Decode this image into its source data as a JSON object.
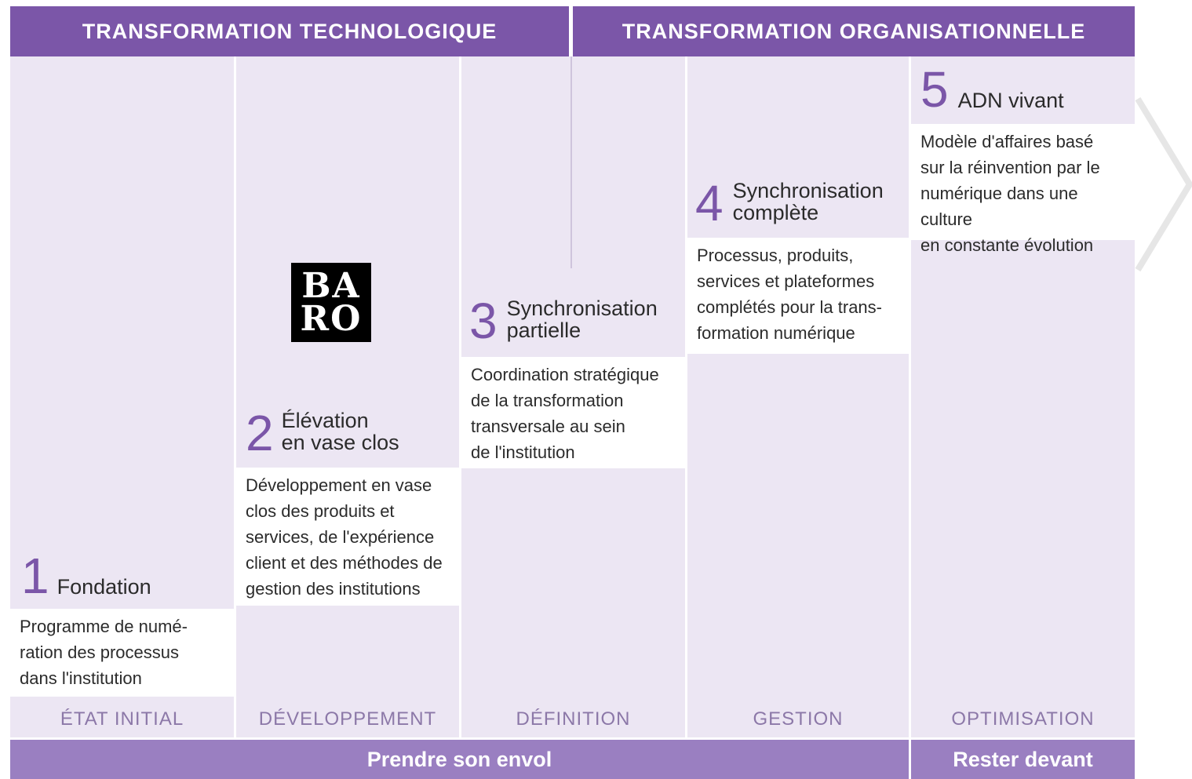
{
  "header": {
    "left": "TRANSFORMATION TECHNOLOGIQUE",
    "right": "TRANSFORMATION ORGANISATIONNELLE"
  },
  "stages": [
    {
      "num": "1",
      "title_line1": "Fondation",
      "title_line2": "",
      "desc": [
        "Programme de numé-",
        "ration des processus",
        "dans l'institution"
      ],
      "label": "ÉTAT INITIAL"
    },
    {
      "num": "2",
      "title_line1": "Élévation",
      "title_line2": "en vase clos",
      "desc": [
        "Développement en vase",
        "clos des produits et",
        "services, de l'expérience",
        "client et des méthodes de",
        "gestion des institutions"
      ],
      "label": "DÉVELOPPEMENT"
    },
    {
      "num": "3",
      "title_line1": "Synchronisation",
      "title_line2": "partielle",
      "desc": [
        "Coordination stratégique",
        "de la transformation",
        "transversale au sein",
        "de l'institution"
      ],
      "label": "DÉFINITION"
    },
    {
      "num": "4",
      "title_line1": "Synchronisation",
      "title_line2": "complète",
      "desc": [
        "Processus, produits,",
        "services et plateformes",
        "complétés pour la trans-",
        "formation numérique"
      ],
      "label": "GESTION"
    },
    {
      "num": "5",
      "title_line1": "ADN vivant",
      "title_line2": "",
      "desc": [
        "Modèle d'affaires basé",
        "sur la réinvention par le",
        "numérique dans une culture",
        "en constante évolution"
      ],
      "label": "OPTIMISATION"
    }
  ],
  "footer": {
    "left": "Prendre son envol",
    "right": "Rester devant"
  },
  "logo": {
    "line1": "BA",
    "line2": "RO"
  },
  "colors": {
    "accent": "#7b56a8",
    "panel": "#ece6f3",
    "footer": "#9a7fc1"
  }
}
